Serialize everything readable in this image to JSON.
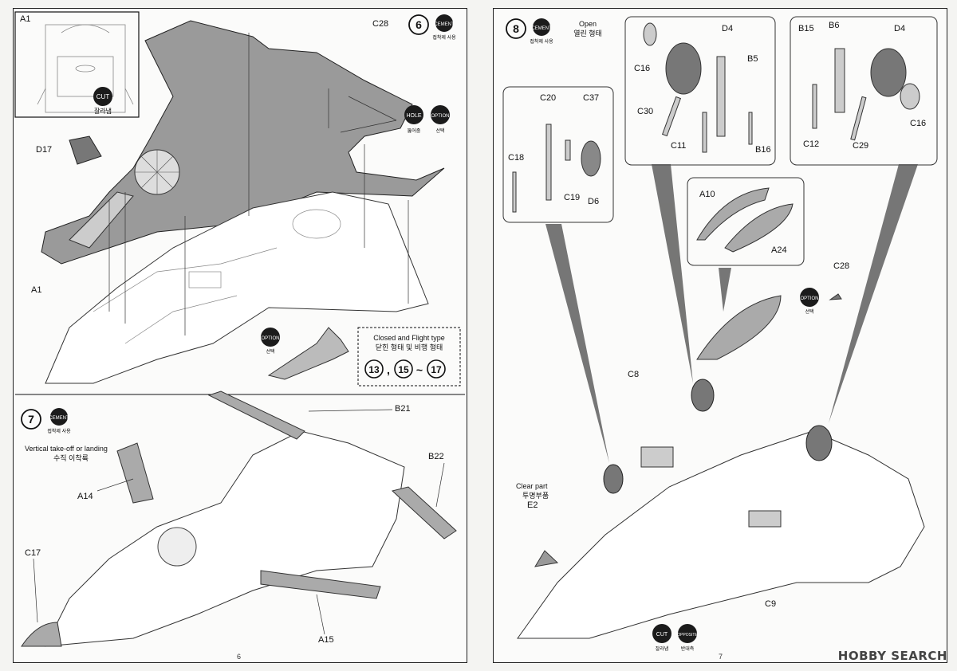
{
  "left_page": {
    "page_number": "6",
    "inset_label": "A1",
    "inset_cut_badge": {
      "en": "CUT",
      "ko": "잘라냄"
    },
    "step6": {
      "number": "6",
      "cement": {
        "en": "CEMENT",
        "ko": "접착제 사용"
      },
      "hole": {
        "en": "HOLE",
        "ko": "뚫어줌"
      },
      "option": {
        "en": "OPTION",
        "ko": "선택"
      },
      "parts": {
        "c28": "C28",
        "d17": "D17",
        "a1": "A1"
      },
      "closed_box": {
        "line1": "Closed and Flight type",
        "line2": "닫힌 형태 및 비행 형태",
        "steps_a": "13",
        "steps_b": "15",
        "steps_c": "17",
        "sep1": ",",
        "sep2": "~"
      }
    },
    "step7": {
      "number": "7",
      "cement": {
        "en": "CEMENT",
        "ko": "접착제 사용"
      },
      "title_en": "Vertical take-off or landing",
      "title_ko": "수직 이착륙",
      "parts": {
        "b21": "B21",
        "b22": "B22",
        "a14": "A14",
        "a15": "A15",
        "c17": "C17"
      }
    }
  },
  "right_page": {
    "page_number": "7",
    "step8": {
      "number": "8",
      "cement": {
        "en": "CEMENT",
        "ko": "접착제 사용"
      },
      "open_en": "Open",
      "open_ko": "열린 형태",
      "box_nose": {
        "c20": "C20",
        "c37": "C37",
        "c18": "C18",
        "c19": "C19",
        "d6": "D6"
      },
      "box_main_left": {
        "d4": "D4",
        "b5": "B5",
        "c16": "C16",
        "c30": "C30",
        "c11": "C11",
        "b16": "B16"
      },
      "box_main_right": {
        "b15": "B15",
        "b6": "B6",
        "d4": "D4",
        "c12": "C12",
        "c29": "C29",
        "c16": "C16"
      },
      "box_doors": {
        "a10": "A10",
        "a24": "A24"
      },
      "option": {
        "en": "OPTION",
        "ko": "선택"
      },
      "c28": "C28",
      "c8": "C8",
      "c9": "C9",
      "clear_part": {
        "en": "Clear part",
        "ko": "투명부품",
        "part": "E2"
      },
      "cut": {
        "en": "CUT",
        "ko": "잘라냄"
      },
      "opposite": {
        "en": "OPPOSITE",
        "ko": "반대측"
      }
    }
  },
  "watermark": "HOBBY SEARCH"
}
